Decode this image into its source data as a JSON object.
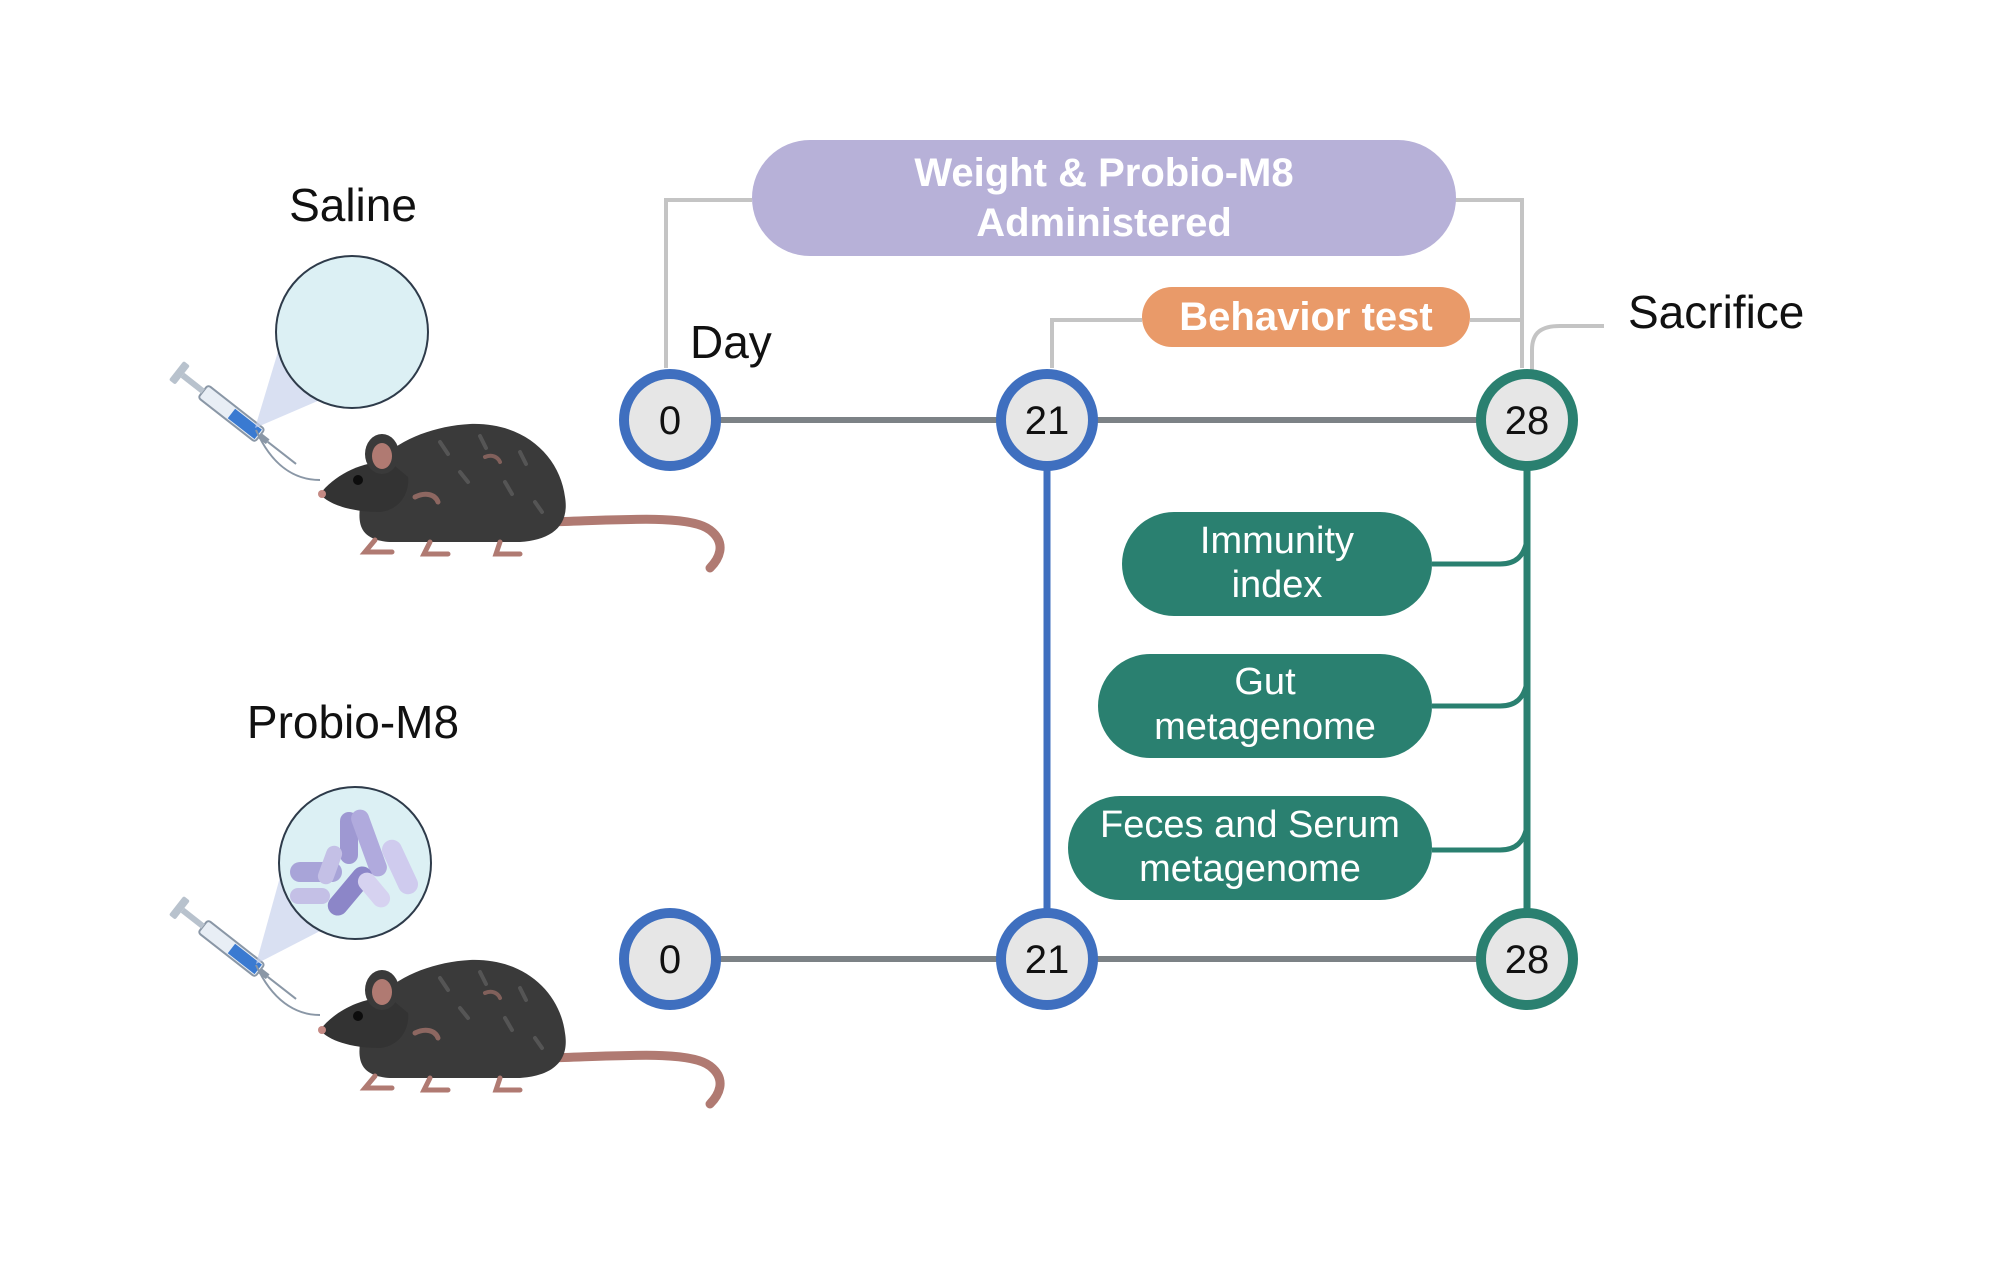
{
  "groups": {
    "saline_label": "Saline",
    "probio_label": "Probio-M8"
  },
  "timeline": {
    "day_label": "Day",
    "sacrifice_label": "Sacrifice",
    "top_days": [
      "0",
      "21",
      "28"
    ],
    "bottom_days": [
      "0",
      "21",
      "28"
    ]
  },
  "boxes": {
    "administered_line1": "Weight & Probio-M8",
    "administered_line2": "Administered",
    "behavior": "Behavior test",
    "immunity_line1": "Immunity",
    "immunity_line2": "index",
    "gut_line1": "Gut",
    "gut_line2": "metagenome",
    "feces_line1": "Feces and Serum",
    "feces_line2": "metagenome"
  },
  "colors": {
    "blue": "#3f6fbf",
    "teal": "#2a8070",
    "purple": "#b7b1d8",
    "orange": "#e99a69",
    "gray_line": "#7c8286",
    "bracket": "#c4c4c4",
    "node_fill": "#e6e6e6",
    "mouse": "#3a3a3a",
    "tail": "#b07a72"
  },
  "icons": {
    "mouse": "mouse-icon",
    "syringe": "syringe-icon",
    "saline_bubble": "saline-bubble-icon",
    "bacteria_bubble": "bacteria-bubble-icon"
  }
}
